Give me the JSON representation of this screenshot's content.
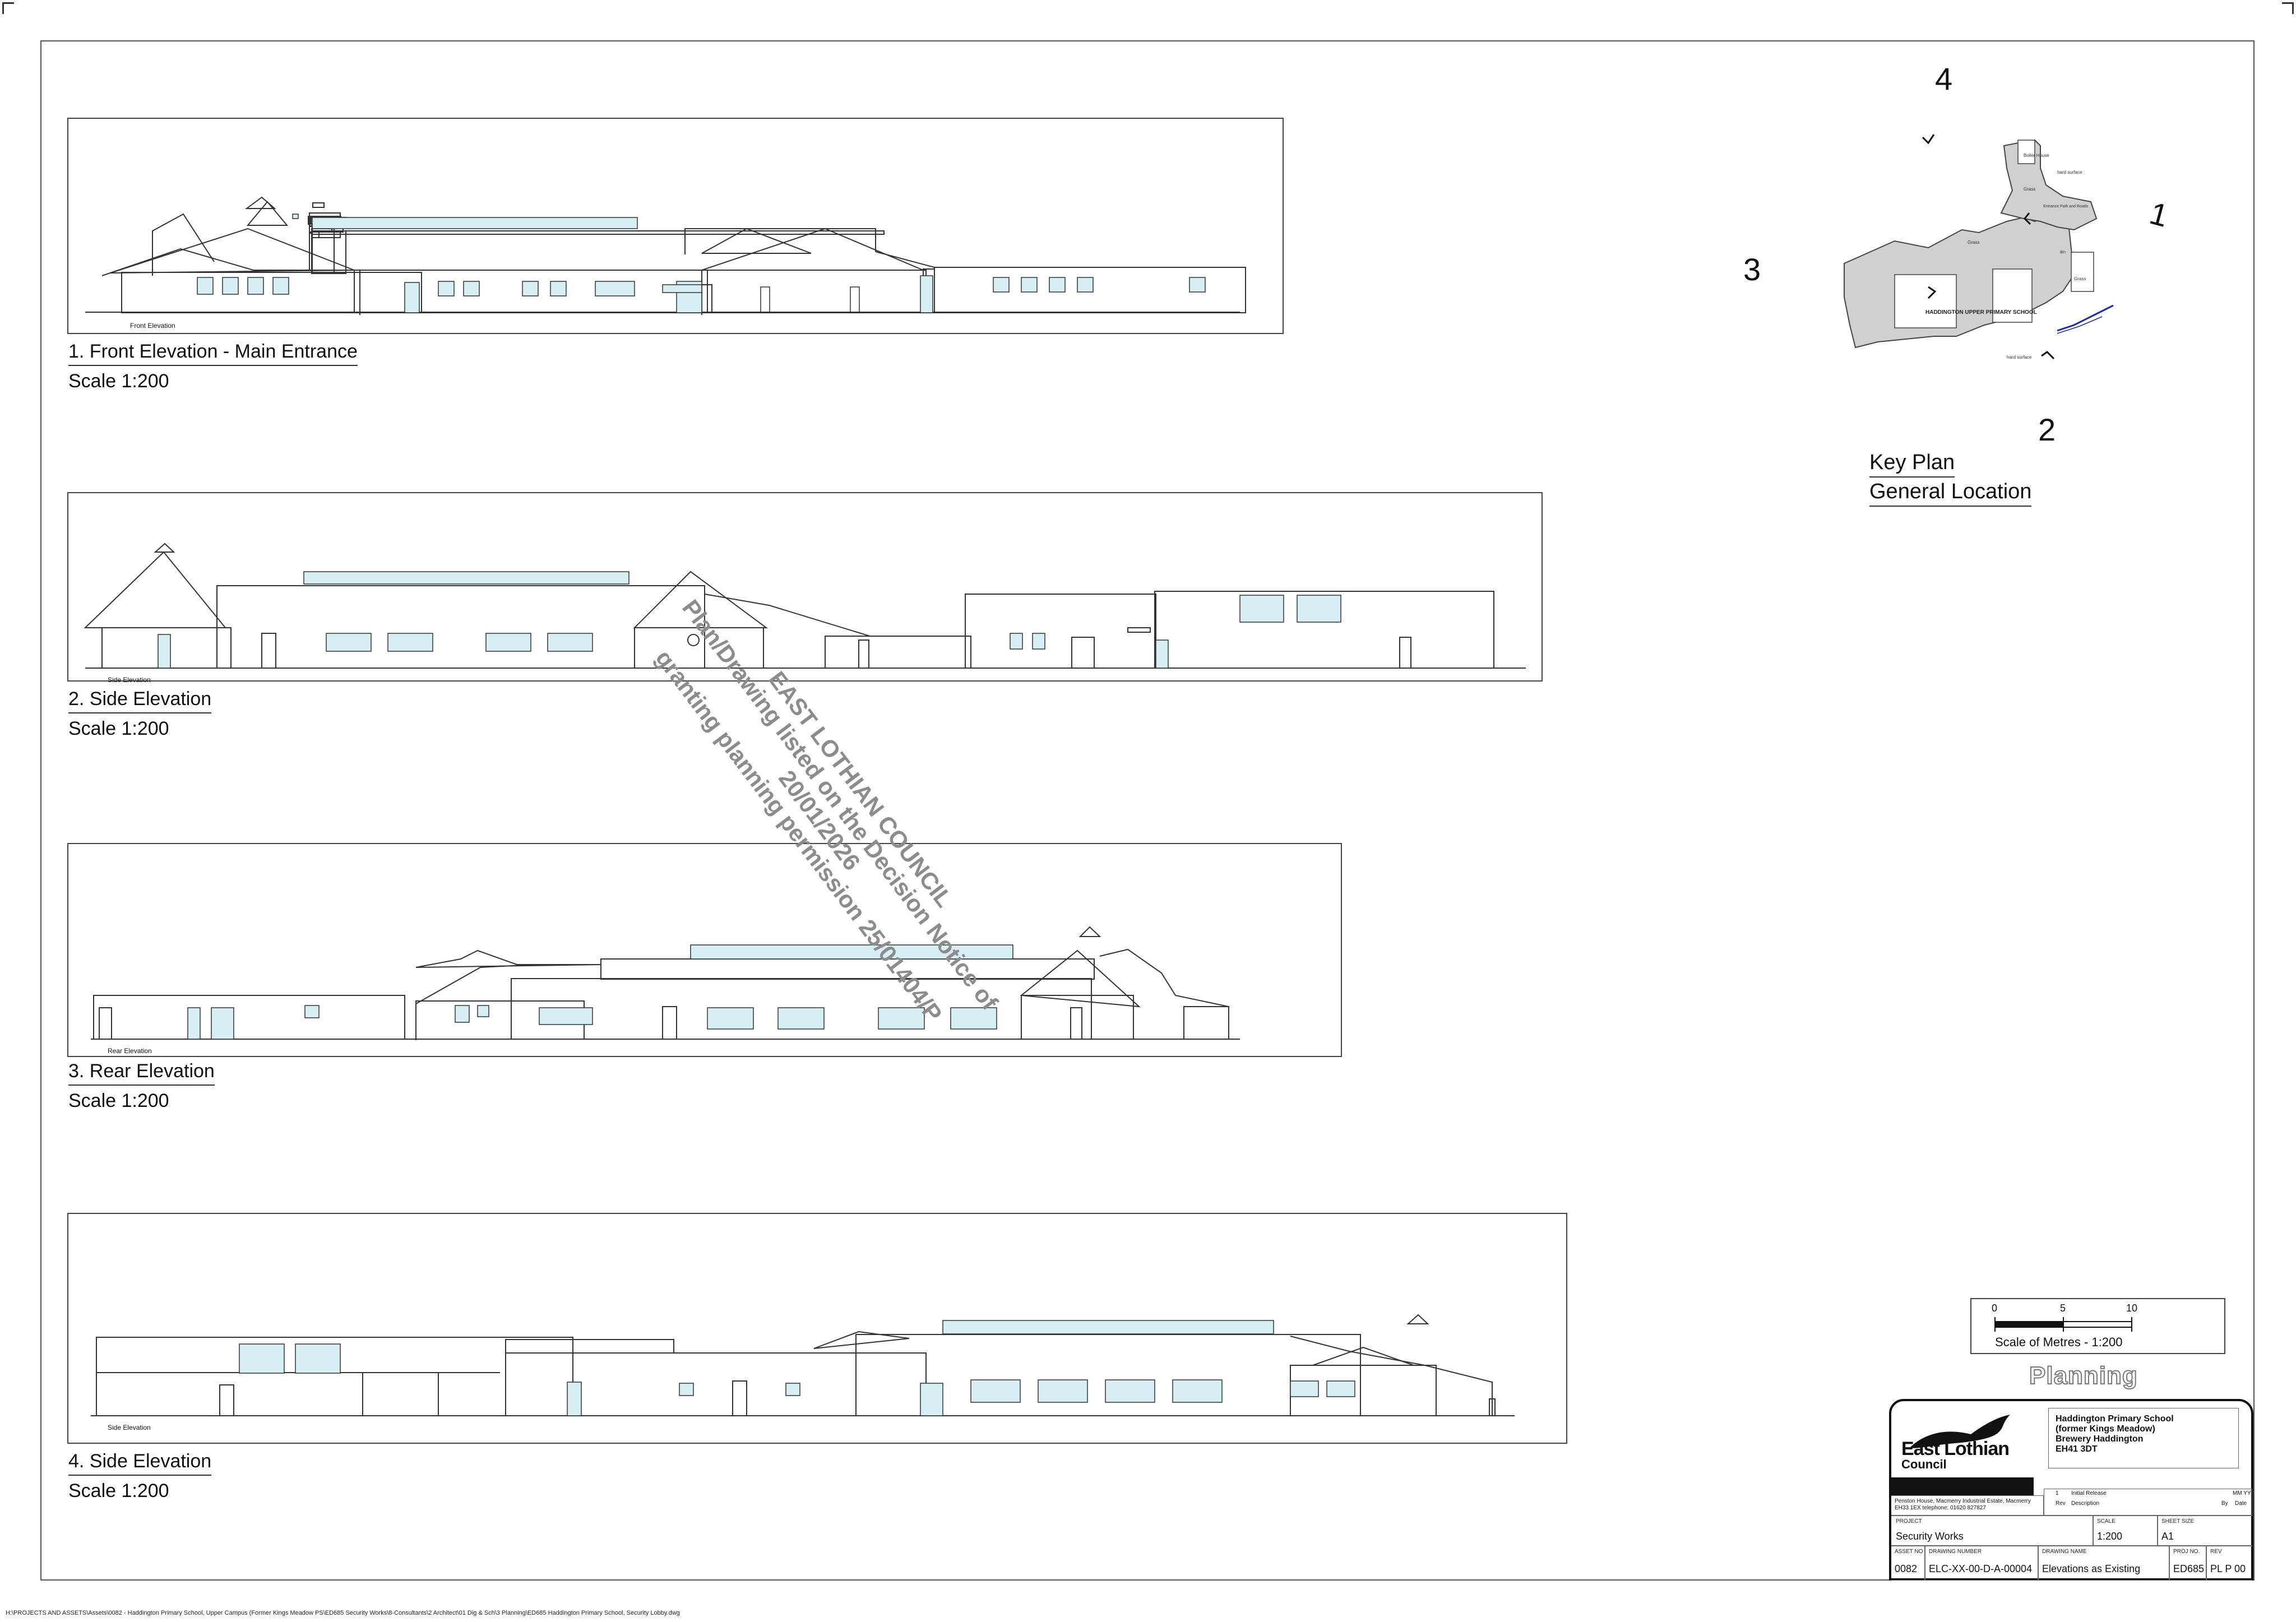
{
  "elevations": [
    {
      "title": "1. Front Elevation - Main Entrance",
      "scale": "Scale 1:200",
      "inner_label": "Front Elevation"
    },
    {
      "title": "2. Side Elevation",
      "scale": "Scale 1:200",
      "inner_label": "Side Elevation"
    },
    {
      "title": "3. Rear Elevation",
      "scale": "Scale 1:200",
      "inner_label": "Rear Elevation"
    },
    {
      "title": "4. Side Elevation",
      "scale": "Scale 1:200",
      "inner_label": "Side Elevation"
    }
  ],
  "key_plan": {
    "title_line1": "Key Plan",
    "title_line2": "General Location",
    "markers": [
      "1",
      "2",
      "3",
      "4"
    ],
    "building_label": "HADDINGTON UPPER PRIMARY SCHOOL",
    "annotations": [
      "Boiler House",
      "hard surface",
      "Grass",
      "Entrance Path and Roads",
      "Grass",
      "Grass",
      "hard surface",
      "Bin"
    ]
  },
  "watermark": {
    "line1": "EAST LOTHIAN COUNCIL",
    "line2": "Plan/Drawing listed on the Decision Notice of",
    "line3": "20/01/2026",
    "line4": "granting planning permission 25/01404/P"
  },
  "scale_bar": {
    "ticks": [
      "0",
      "5",
      "10"
    ],
    "caption": "Scale of Metres - 1:200"
  },
  "stamp": "Planning",
  "title_block": {
    "org_line1": "East Lothian",
    "org_line2": "Council",
    "address": "Penston House, Macmerry Industrial Estate, Macmerry EH33 1EX telephone: 01620 827827",
    "project_address": [
      "Haddington Primary School",
      "(former Kings Meadow)",
      "Brewery Haddington",
      "EH41 3DT"
    ],
    "revision": {
      "rev": "1",
      "description": "Initial Release",
      "by": "MM YY",
      "col_rev": "Rev",
      "col_desc": "Description",
      "col_by": "By",
      "col_date": "Date"
    },
    "project_label": "PROJECT",
    "project": "Security Works",
    "scale_label": "SCALE",
    "scale": "1:200",
    "sheet_label": "SHEET SIZE",
    "sheet": "A1",
    "asset_label": "ASSET NO",
    "asset": "0082",
    "drawing_no_label": "DRAWING NUMBER",
    "drawing_no": "ELC-XX-00-D-A-00004",
    "drawing_name_label": "DRAWING NAME",
    "drawing_name": "Elevations as Existing",
    "proj_no_label": "PROJ NO.",
    "proj_no": "ED685",
    "rev_label": "REV",
    "rev": "PL P 00"
  },
  "footer_path": "H:\\PROJECTS AND ASSETS\\Assets\\0082 - Haddington Primary School, Upper Campus (Former Kings Meadow PS\\ED685 Security Works\\8-Consultants\\2 Architect\\01 Dig & Sch\\3 Planning\\ED685 Haddington Primary School, Security Lobby.dwg"
}
